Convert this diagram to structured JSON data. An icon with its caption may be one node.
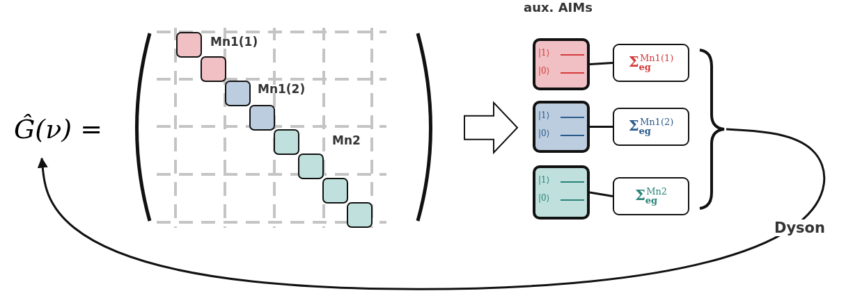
{
  "diagram": {
    "nodes": [
      {
        "text": [
          "Ĝ(ν) ="
        ]
      },
      {
        "text": [],
        "shape": "matrix"
      },
      {
        "text": [],
        "shape": "box",
        "in": 1
      },
      {
        "text": [],
        "shape": "box",
        "in": 1
      },
      {
        "text": [],
        "shape": "box",
        "in": 1
      },
      {
        "text": [],
        "shape": "box",
        "in": 1
      },
      {
        "text": [],
        "shape": "box",
        "in": 1
      },
      {
        "text": [],
        "shape": "box",
        "in": 1
      },
      {
        "text": [],
        "shape": "box",
        "in": 1
      },
      {
        "text": [],
        "shape": "box",
        "in": 1
      },
      {
        "text": [
          "|1⟩",
          "|0⟩"
        ]
      },
      {
        "text": [
          "**Σ**$_{eg}$$^{Mn1(1)}$"
        ]
      },
      {
        "text": [
          "|1⟩",
          "|0⟩"
        ]
      },
      {
        "text": [
          "**Σ**$_{eg}$$^{Mn1(2)}$"
        ]
      },
      {
        "text": [
          "|1⟩",
          "|0⟩"
        ]
      },
      {
        "text": [
          "**Σ**$_{eg}$$^{Mn2}$"
        ]
      },
      {
        "text": [],
        "shape": "brace"
      }
    ],
    "edges": [
      {
        "from": 1,
        "to": 12,
        "arrow": "to",
        "style": "thick"
      },
      {
        "from": 10,
        "to": 11,
        "arrow": "none"
      },
      {
        "from": 12,
        "to": 13,
        "arrow": "none"
      },
      {
        "from": 14,
        "to": 15,
        "arrow": "none"
      },
      {
        "from": 16,
        "to": 0,
        "arrow": "to",
        "label": "Dyson"
      }
    ],
    "labels": [
      "aux. AIMs",
      "Mn1(1)",
      "Mn1(2)",
      "Mn2"
    ]
  }
}
